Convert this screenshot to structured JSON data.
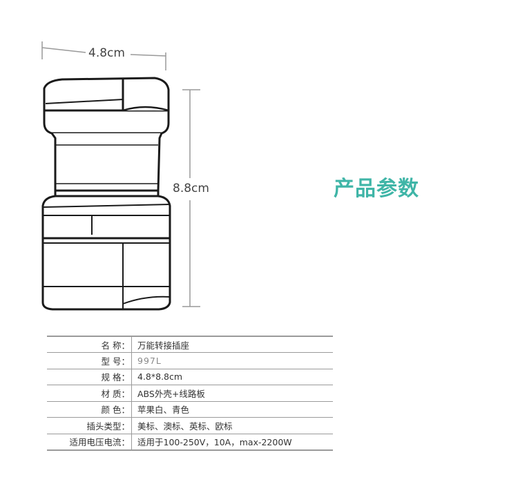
{
  "dimensions": {
    "width_label": "4.8cm",
    "height_label": "8.8cm"
  },
  "section_title": "产品参数",
  "colors": {
    "title": "#3fb5a7",
    "outline": "#1a1a1a",
    "rule": "#9a9a9a"
  },
  "specs": [
    {
      "label": "名 称：",
      "value": "万能转接插座"
    },
    {
      "label": "型 号：",
      "value": "997L"
    },
    {
      "label": "规 格：",
      "value": "4.8*8.8cm"
    },
    {
      "label": "材 质：",
      "value": "ABS外壳+线路板"
    },
    {
      "label": "颜 色：",
      "value": "苹果白、青色"
    },
    {
      "label": "插头类型：",
      "value": "美标、澳标、英标、欧标"
    },
    {
      "label": "适用电压电流：",
      "value": "适用于100-250V，10A，max-2200W"
    }
  ]
}
